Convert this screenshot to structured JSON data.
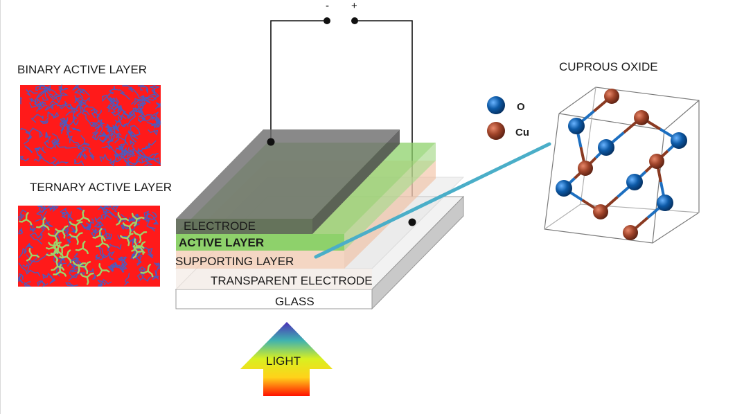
{
  "terminals": {
    "negative": "-",
    "positive": "+"
  },
  "panels": {
    "binary_title": "BINARY ACTIVE LAYER",
    "ternary_title": "TERNARY ACTIVE LAYER"
  },
  "layers": {
    "electrode": "ELECTRODE",
    "active": "ACTIVE LAYER",
    "supporting": "SUPPORTING LAYER",
    "transparent": "TRANSPARENT ELECTRODE",
    "glass": "GLASS"
  },
  "light": {
    "label": "LIGHT"
  },
  "crystal": {
    "title": "CUPROUS OXIDE",
    "legend": [
      {
        "symbol": "O",
        "color": "#0d5aa7"
      },
      {
        "symbol": "Cu",
        "color": "#a0442a"
      }
    ]
  },
  "colors": {
    "panel_bg": "#ff1a1a",
    "polymer": "#4a5cc0",
    "acceptor": "#9fd36a",
    "electrode_layer": "#5d6b55",
    "active_layer": "#8ed16b",
    "supporting_layer": "#f6c9ae",
    "glass_layer": "#ececec",
    "pointer_line": "#4aaec8"
  }
}
